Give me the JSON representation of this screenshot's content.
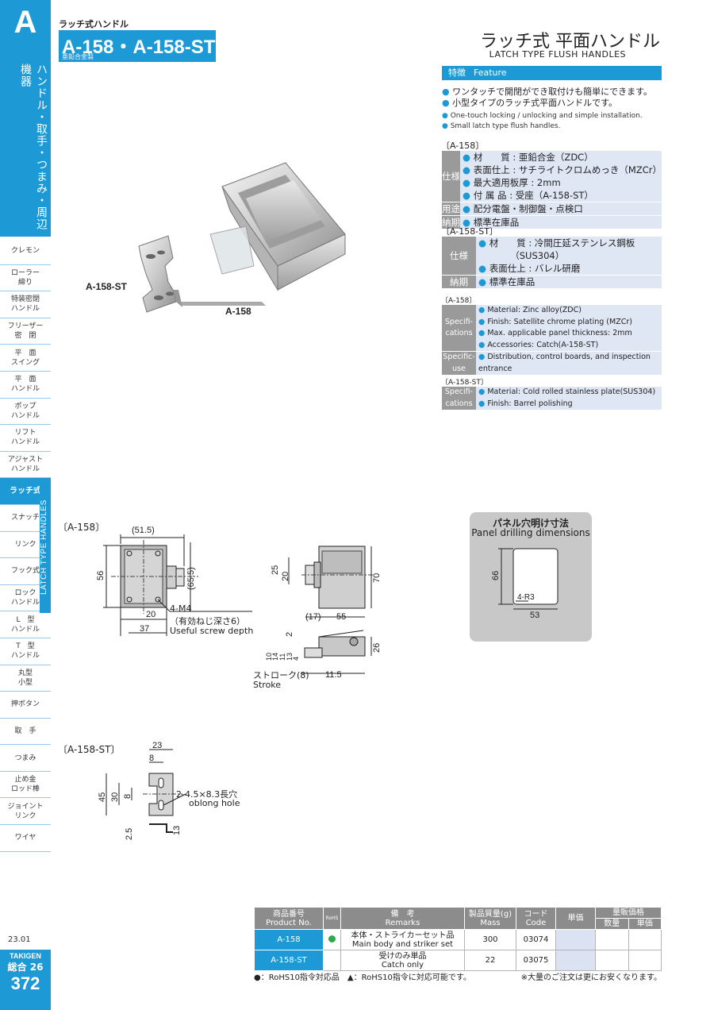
{
  "sidebar": {
    "letter": "A",
    "category_vertical": "ハンドル・取手・つまみ・周辺機器",
    "items": [
      {
        "label": "クレモン"
      },
      {
        "label": "ローラー\n締り"
      },
      {
        "label": "特装密閉\nハンドル"
      },
      {
        "label": "フリーザー\n密　閉"
      },
      {
        "label": "平　面\nスイング"
      },
      {
        "label": "平　面\nハンドル"
      },
      {
        "label": "ポップ\nハンドル"
      },
      {
        "label": "リフト\nハンドル"
      },
      {
        "label": "アジャスト\nハンドル"
      },
      {
        "label": "ラッチ式",
        "active": true
      },
      {
        "label": "スナッチ"
      },
      {
        "label": "リンク"
      },
      {
        "label": "フック式"
      },
      {
        "label": "ロック\nハンドル"
      },
      {
        "label": "L　型\nハンドル"
      },
      {
        "label": "T　型\nハンドル"
      },
      {
        "label": "丸型\n小型"
      },
      {
        "label": "押ボタン"
      },
      {
        "label": "取　手"
      },
      {
        "label": "つまみ"
      },
      {
        "label": "止め金\nロッド棒"
      },
      {
        "label": "ジョイント\nリンク"
      },
      {
        "label": "ワイヤ"
      }
    ],
    "latch_strip": "LATCH TYPE HANDLES",
    "date": "23.01",
    "brand": "TAKIGEN",
    "catalog": "総合 26",
    "page": "372"
  },
  "header": {
    "category": "ラッチ式ハンドル",
    "model": "A-158・A-158-ST",
    "material": "亜鉛合金製",
    "title_jp": "ラッチ式 平面ハンドル",
    "title_en": "LATCH TYPE FLUSH HANDLES"
  },
  "feature": {
    "label_jp": "特徴",
    "label_en": "Feature",
    "jp": [
      "ワンタッチで開閉ができ取付けも簡単にできます。",
      "小型タイプのラッチ式平面ハンドルです。"
    ],
    "en": [
      "One-touch locking / unlocking and simple installation.",
      "Small latch type flush handles."
    ]
  },
  "spec_jp": {
    "a158_label": "〔A-158〕",
    "a158_rows": [
      {
        "label": "仕様",
        "values": [
          "材　　質 : 亜鉛合金（ZDC）",
          "表面仕上 : サチライトクロムめっき（MZCr）",
          "最大適用板厚 : 2mm",
          "付 属 品 : 受座（A-158-ST）"
        ]
      },
      {
        "label": "用途",
        "values": [
          "配分電盤・制御盤・点検口"
        ]
      },
      {
        "label": "納期",
        "values": [
          "標準在庫品"
        ]
      }
    ],
    "st_label": "〔A-158-ST〕",
    "st_rows": [
      {
        "label": "仕様",
        "values": [
          "材　　質 : 冷間圧延ステンレス鋼板",
          "　　　　（SUS304）",
          "表面仕上 : バレル研磨"
        ]
      },
      {
        "label": "納期",
        "values": [
          "標準在庫品"
        ]
      }
    ]
  },
  "spec_en": {
    "a158_label": "〔A-158〕",
    "a158_rows": [
      {
        "label": "Specifi-\ncations",
        "values": [
          "Material: Zinc alloy(ZDC)",
          "Finish: Satellite chrome plating (MZCr)",
          "Max. applicable panel thickness: 2mm",
          "Accessories: Catch(A-158-ST)"
        ]
      },
      {
        "label": "Specific-\nuse",
        "values": [
          "Distribution, control boards, and inspection",
          "entrance"
        ]
      }
    ],
    "st_label": "〔A-158-ST〕",
    "st_rows": [
      {
        "label": "Specifi-\ncations",
        "values": [
          "Material: Cold rolled stainless plate(SUS304)",
          "Finish: Barrel polishing"
        ]
      }
    ]
  },
  "photo": {
    "label_st": "A-158-ST",
    "label_main": "A-158"
  },
  "drawings": {
    "a158_caption": "〔A-158〕",
    "st_caption": "〔A-158-ST〕",
    "front": {
      "w": "(51.5)",
      "h": "56",
      "h2": "(65.5)",
      "x1": "20",
      "x2": "37",
      "screw": "4-M4",
      "screw_jp": "（有効ねじ深さ6）",
      "screw_en": "Useful screw depth"
    },
    "side": {
      "h1": "25",
      "h2": "20",
      "h3": "70",
      "w1": "(17)",
      "w2": "55"
    },
    "bottom": {
      "d1": "2",
      "d2": "14",
      "d3": "11",
      "d4": "10",
      "d5": "13",
      "d6": "4",
      "d7": "26",
      "stroke_jp": "ストローク(8)",
      "stroke_en": "Stroke",
      "w": "11.5"
    },
    "st": {
      "w": "23",
      "w2": "8",
      "h": "45",
      "h2": "30",
      "h3": "8",
      "hole": "2-4.5×8.3長穴",
      "hole_en": "oblong hole",
      "t": "2.5",
      "t2": "13"
    },
    "panel": {
      "title_jp": "パネル穴明け寸法",
      "title_en": "Panel drilling dimensions",
      "h": "66",
      "r": "4-R3",
      "w": "53"
    }
  },
  "products": {
    "headers": {
      "pno_jp": "商品番号",
      "pno_en": "Product No.",
      "rohs": "RoHS",
      "remarks_jp": "備　考",
      "remarks_en": "Remarks",
      "mass_jp": "製品質量(g)",
      "mass_en": "Mass",
      "code_jp": "コード",
      "code_en": "Code",
      "unit_price": "単価",
      "bulk": "量販価格",
      "qty": "数量",
      "bulk_price": "単価"
    },
    "rows": [
      {
        "pno": "A-158",
        "rohs": "●",
        "remarks_jp": "本体・ストライカーセット品",
        "remarks_en": "Main body and striker set",
        "mass": "300",
        "code": "03074"
      },
      {
        "pno": "A-158-ST",
        "rohs": "",
        "remarks_jp": "受けのみ単品",
        "remarks_en": "Catch only",
        "mass": "22",
        "code": "03075"
      }
    ],
    "footnote_left": "●：RoHS10指令対応品　▲：RoHS10指令に対応可能です。",
    "footnote_right": "※大量のご注文は更にお安くなります。"
  },
  "colors": {
    "accent": "#1d9ad6",
    "rohs_green": "#2ea84a",
    "spec_bg": "#dfe6f4",
    "label_gray": "#9a9a9a"
  }
}
